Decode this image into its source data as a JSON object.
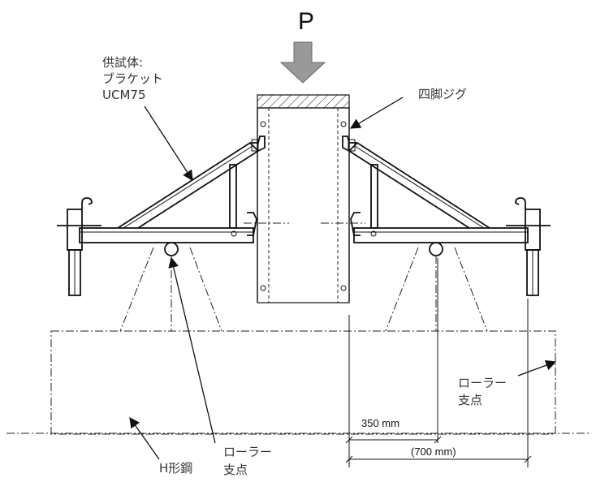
{
  "labels": {
    "load": "P",
    "specimen_line1": "供試体:",
    "specimen_line2": "ブラケット",
    "specimen_line3": "UCM75",
    "jig": "四脚ジグ",
    "roller_right_line1": "ローラー",
    "roller_right_line2": "支点",
    "roller_left_line1": "ローラー",
    "roller_left_line2": "支点",
    "h_beam": "H形鋼"
  },
  "dimensions": {
    "span_half": "350 mm",
    "span_full": "(700 mm)"
  },
  "colors": {
    "line": "#111111",
    "arrow_fill": "#999999",
    "arrow_stroke": "#666666"
  }
}
